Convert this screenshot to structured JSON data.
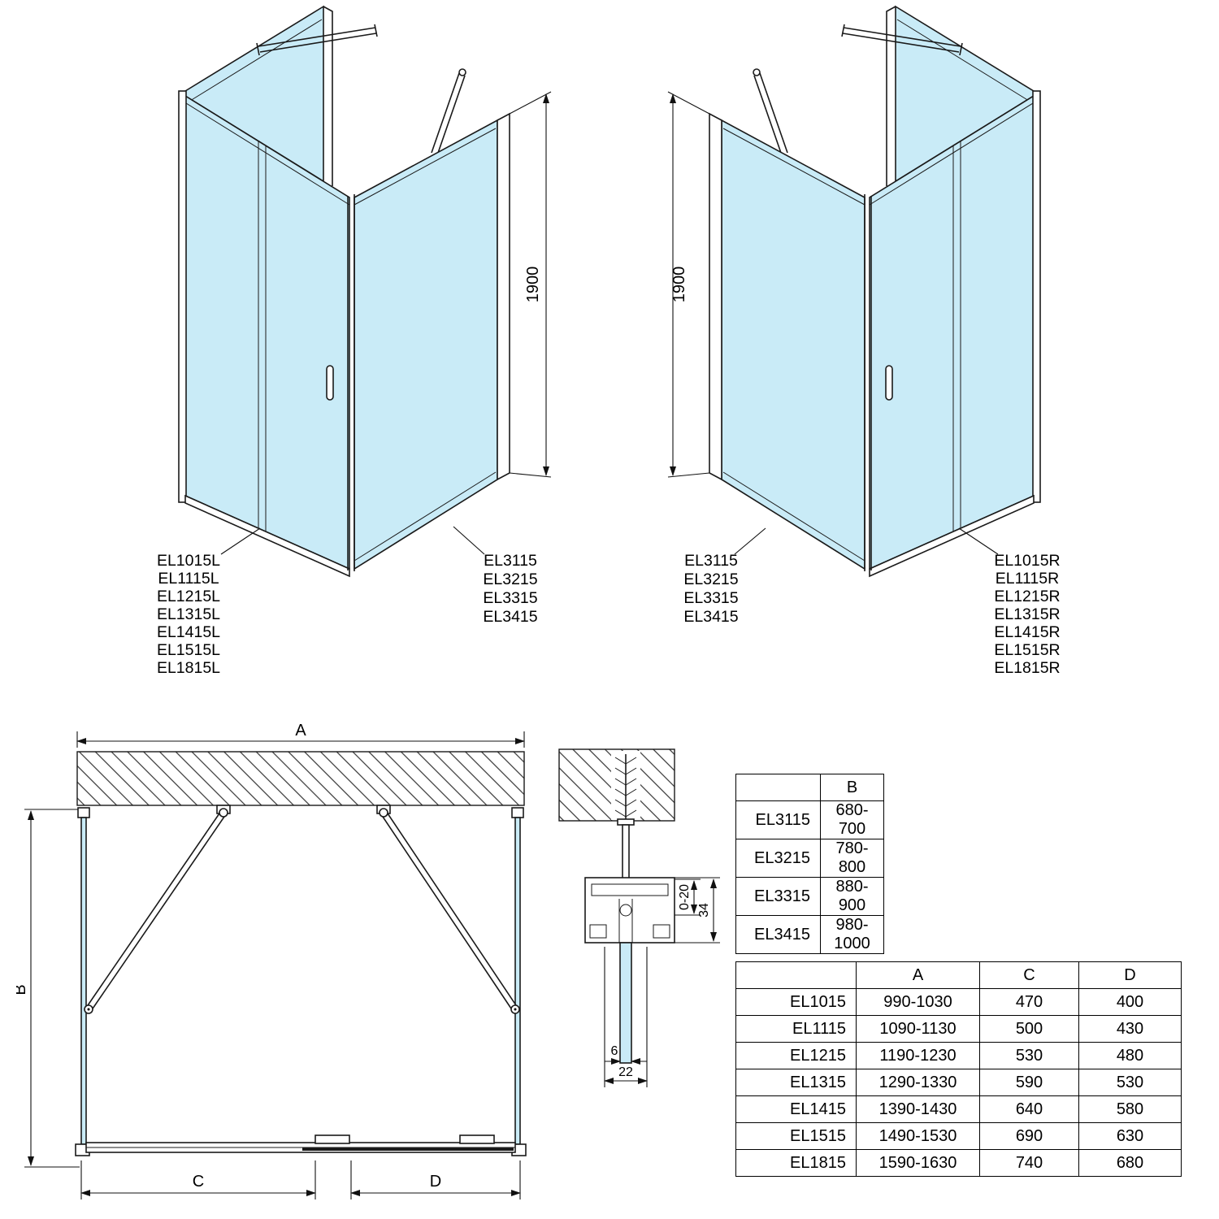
{
  "colors": {
    "glass": "#c9ebf7",
    "line": "#1a1a1a"
  },
  "left_unit": {
    "door_labels": [
      "EL1015L",
      "EL1115L",
      "EL1215L",
      "EL1315L",
      "EL1415L",
      "EL1515L",
      "EL1815L"
    ],
    "side_labels": [
      "EL3115",
      "EL3215",
      "EL3315",
      "EL3415"
    ],
    "height_dim": "1900"
  },
  "right_unit": {
    "door_labels": [
      "EL1015R",
      "EL1115R",
      "EL1215R",
      "EL1315R",
      "EL1415R",
      "EL1515R",
      "EL1815R"
    ],
    "side_labels": [
      "EL3115",
      "EL3215",
      "EL3315",
      "EL3415"
    ],
    "height_dim": "1900"
  },
  "plan": {
    "dims": {
      "a": "A",
      "b": "B",
      "c": "C",
      "d": "D"
    }
  },
  "detail": {
    "dims": {
      "adjust": "0-20",
      "depth": "34",
      "glass": "6",
      "width": "22"
    }
  },
  "table_b": {
    "header": [
      "",
      "B"
    ],
    "rows": [
      [
        "EL3115",
        "680-700"
      ],
      [
        "EL3215",
        "780-800"
      ],
      [
        "EL3315",
        "880-900"
      ],
      [
        "EL3415",
        "980-1000"
      ]
    ]
  },
  "table_acd": {
    "header": [
      "",
      "A",
      "C",
      "D"
    ],
    "rows": [
      [
        "EL1015",
        "990-1030",
        "470",
        "400"
      ],
      [
        "EL1115",
        "1090-1130",
        "500",
        "430"
      ],
      [
        "EL1215",
        "1190-1230",
        "530",
        "480"
      ],
      [
        "EL1315",
        "1290-1330",
        "590",
        "530"
      ],
      [
        "EL1415",
        "1390-1430",
        "640",
        "580"
      ],
      [
        "EL1515",
        "1490-1530",
        "690",
        "630"
      ],
      [
        "EL1815",
        "1590-1630",
        "740",
        "680"
      ]
    ]
  }
}
